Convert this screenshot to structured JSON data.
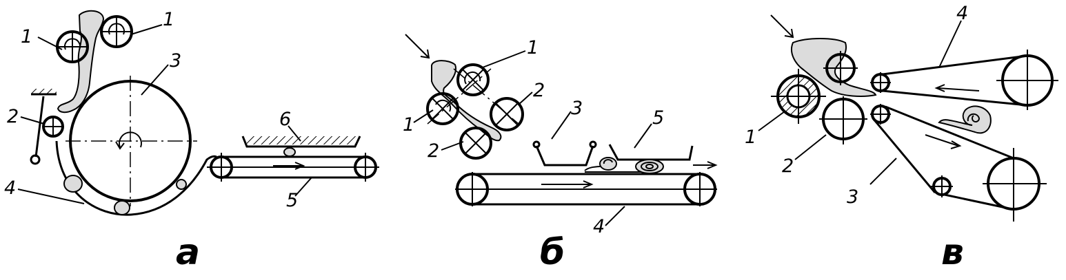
{
  "panels": [
    {
      "caption": "а",
      "labels": [
        "1",
        "1",
        "2",
        "3",
        "4",
        "5",
        "6"
      ]
    },
    {
      "caption": "б",
      "labels": [
        "1",
        "1",
        "2",
        "2",
        "3",
        "4",
        "5"
      ]
    },
    {
      "caption": "в",
      "labels": [
        "1",
        "2",
        "3",
        "4"
      ]
    }
  ],
  "colors": {
    "line": "#000000",
    "dough_fill": "#dcdcdc",
    "background": "#ffffff"
  }
}
